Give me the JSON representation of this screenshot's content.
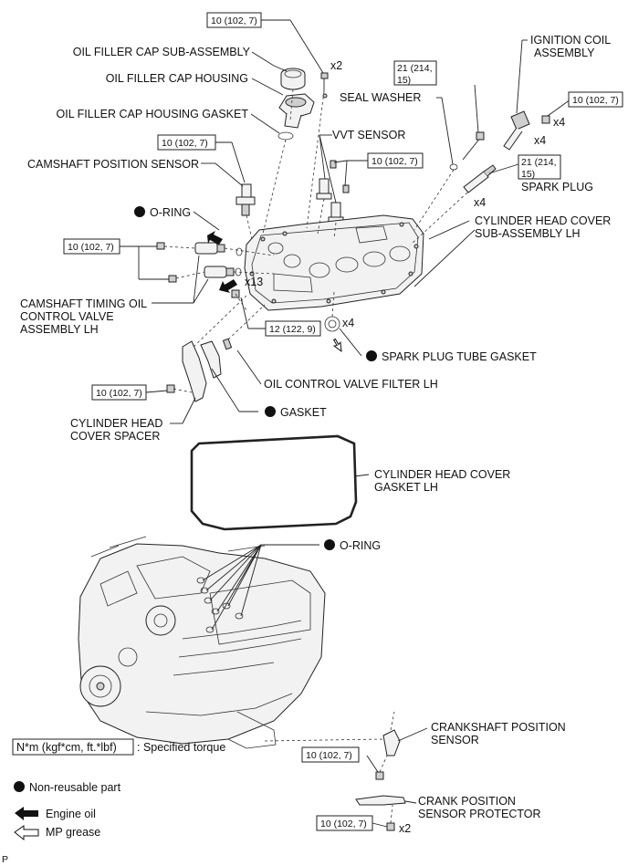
{
  "labels": {
    "oil_filler_cap_sub": "OIL FILLER CAP SUB-ASSEMBLY",
    "oil_filler_cap_housing": "OIL FILLER CAP HOUSING",
    "oil_filler_cap_housing_gasket": "OIL FILLER CAP HOUSING GASKET",
    "camshaft_position_sensor": "CAMSHAFT POSITION SENSOR",
    "o_ring_1": "O-RING",
    "camshaft_timing_1": "CAMSHAFT TIMING OIL",
    "camshaft_timing_2": "CONTROL VALVE",
    "camshaft_timing_3": "ASSEMBLY LH",
    "vvt_sensor": "VVT SENSOR",
    "seal_washer": "SEAL WASHER",
    "ignition_coil_1": "IGNITION  COIL",
    "ignition_coil_2": "ASSEMBLY",
    "spark_plug": "SPARK PLUG",
    "cyl_head_cover_1": "CYLINDER HEAD COVER",
    "cyl_head_cover_2": "SUB-ASSEMBLY LH",
    "spark_plug_tube_gasket": "SPARK PLUG TUBE GASKET",
    "oil_control_valve_filter": "OIL CONTROL VALVE FILTER LH",
    "gasket": "GASKET",
    "cyl_head_cover_spacer_1": "CYLINDER HEAD",
    "cyl_head_cover_spacer_2": "COVER SPACER",
    "cyl_head_cover_gasket_1": "CYLINDER HEAD COVER",
    "cyl_head_cover_gasket_2": "GASKET LH",
    "o_ring_2": "O-RING",
    "crankshaft_position_sensor_1": "CRANKSHAFT POSITION",
    "crankshaft_position_sensor_2": "SENSOR",
    "crank_protector_1": "CRANK POSITION",
    "crank_protector_2": "SENSOR PROTECTOR"
  },
  "torques": {
    "t_top": "10 (102, 7)",
    "t_seal_1": "21 (214,",
    "t_seal_2": "15)",
    "t_coil": "10 (102, 7)",
    "t_spark_1": "21 (214,",
    "t_spark_2": "15)",
    "t_cam_sensor": "10 (102, 7)",
    "t_vvt": "10 (102, 7)",
    "t_ocv": "10 (102, 7)",
    "t_cover": "12 (122, 9)",
    "t_spacer": "10 (102, 7)",
    "t_crank_sensor": "10 (102, 7)",
    "t_protector": "10 (102, 7)"
  },
  "quantities": {
    "q_top": "x2",
    "q_coil_bolt": "x4",
    "q_coil": "x4",
    "q_spark": "x4",
    "q_cover": "x13",
    "q_tube": "x4",
    "q_protector": "x2"
  },
  "legend": {
    "torque_box": "N*m (kgf*cm, ft.*lbf)",
    "torque_desc": ": Specified torque",
    "non_reusable": "Non-reusable part",
    "engine_oil": "Engine oil",
    "mp_grease": "MP grease"
  },
  "corner_letter": "P"
}
